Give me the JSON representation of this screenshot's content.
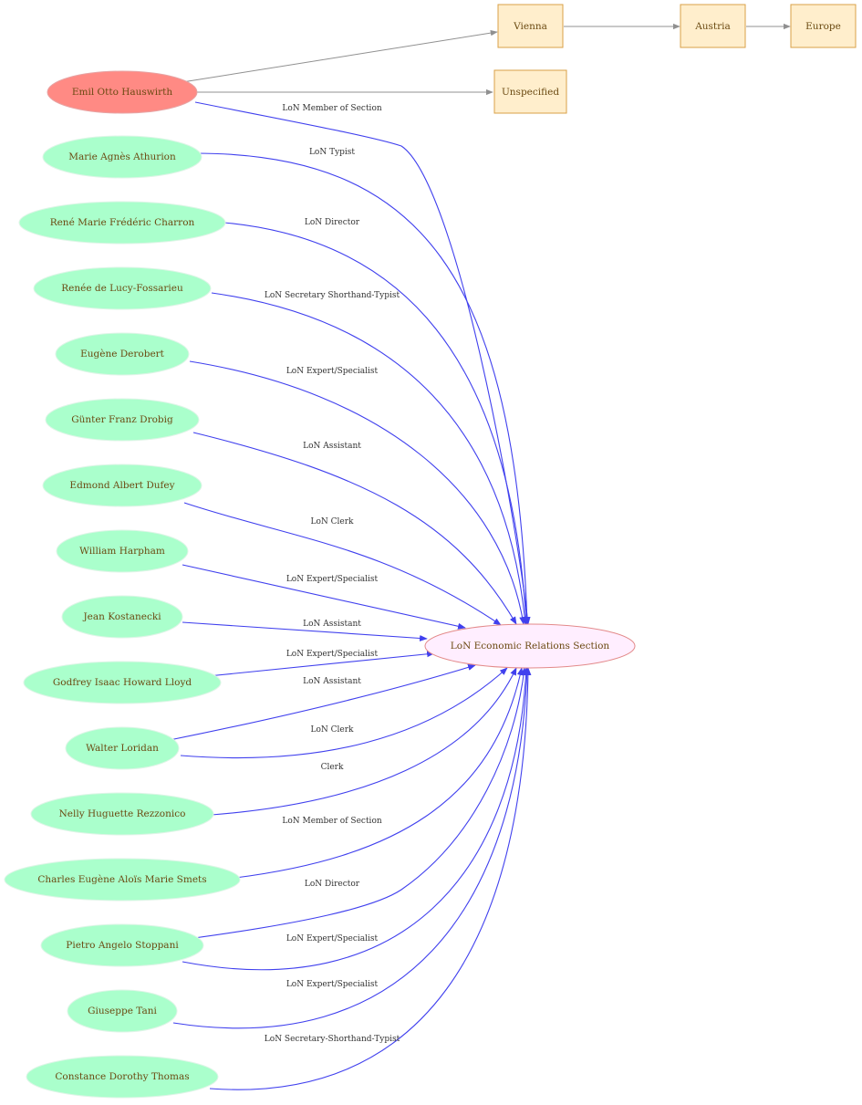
{
  "graph": {
    "center": {
      "label": "LoN Economic Relations Section"
    },
    "focus": {
      "label": "Emil Otto Hauswirth"
    },
    "places": {
      "vienna": "Vienna",
      "austria": "Austria",
      "europe": "Europe",
      "unspecified": "Unspecified"
    },
    "people": [
      {
        "label": "Marie Agnès Athurion"
      },
      {
        "label": "René Marie Frédéric Charron"
      },
      {
        "label": "Renée de Lucy-Fossarieu"
      },
      {
        "label": "Eugène  Derobert"
      },
      {
        "label": "Günter Franz Drobig"
      },
      {
        "label": "Edmond Albert Dufey"
      },
      {
        "label": "William Harpham"
      },
      {
        "label": "Jean Kostanecki"
      },
      {
        "label": "Godfrey Isaac Howard Lloyd"
      },
      {
        "label": "Walter Loridan"
      },
      {
        "label": "Nelly Huguette Rezzonico"
      },
      {
        "label": "Charles Eugène Aloïs Marie Smets"
      },
      {
        "label": "Pietro Angelo Stoppani"
      },
      {
        "label": "Giuseppe Tani"
      },
      {
        "label": "Constance Dorothy Thomas"
      }
    ],
    "edge_labels": [
      "LoN Member of Section",
      "LoN Typist",
      "LoN Director",
      "LoN Secretary Shorthand-Typist",
      "LoN Expert/Specialist",
      "LoN Assistant",
      "LoN Clerk",
      "LoN Expert/Specialist",
      "LoN Assistant",
      "LoN Expert/Specialist",
      "LoN Assistant",
      "LoN Clerk",
      "Clerk",
      "LoN Member of Section",
      "LoN Director",
      "LoN Expert/Specialist",
      "LoN Expert/Specialist",
      "LoN Secretary-Shorthand-Typist"
    ],
    "colors": {
      "focus_fill": "#ff8a84",
      "person_fill": "#aaffcc",
      "place_fill": "#ffeecc",
      "place_stroke": "#d9a047",
      "center_fill": "#ffeeff",
      "center_stroke": "#e38a8a",
      "edge_blue": "#4040ee",
      "edge_gray": "#909090",
      "label_text": "#6b4a12"
    }
  }
}
